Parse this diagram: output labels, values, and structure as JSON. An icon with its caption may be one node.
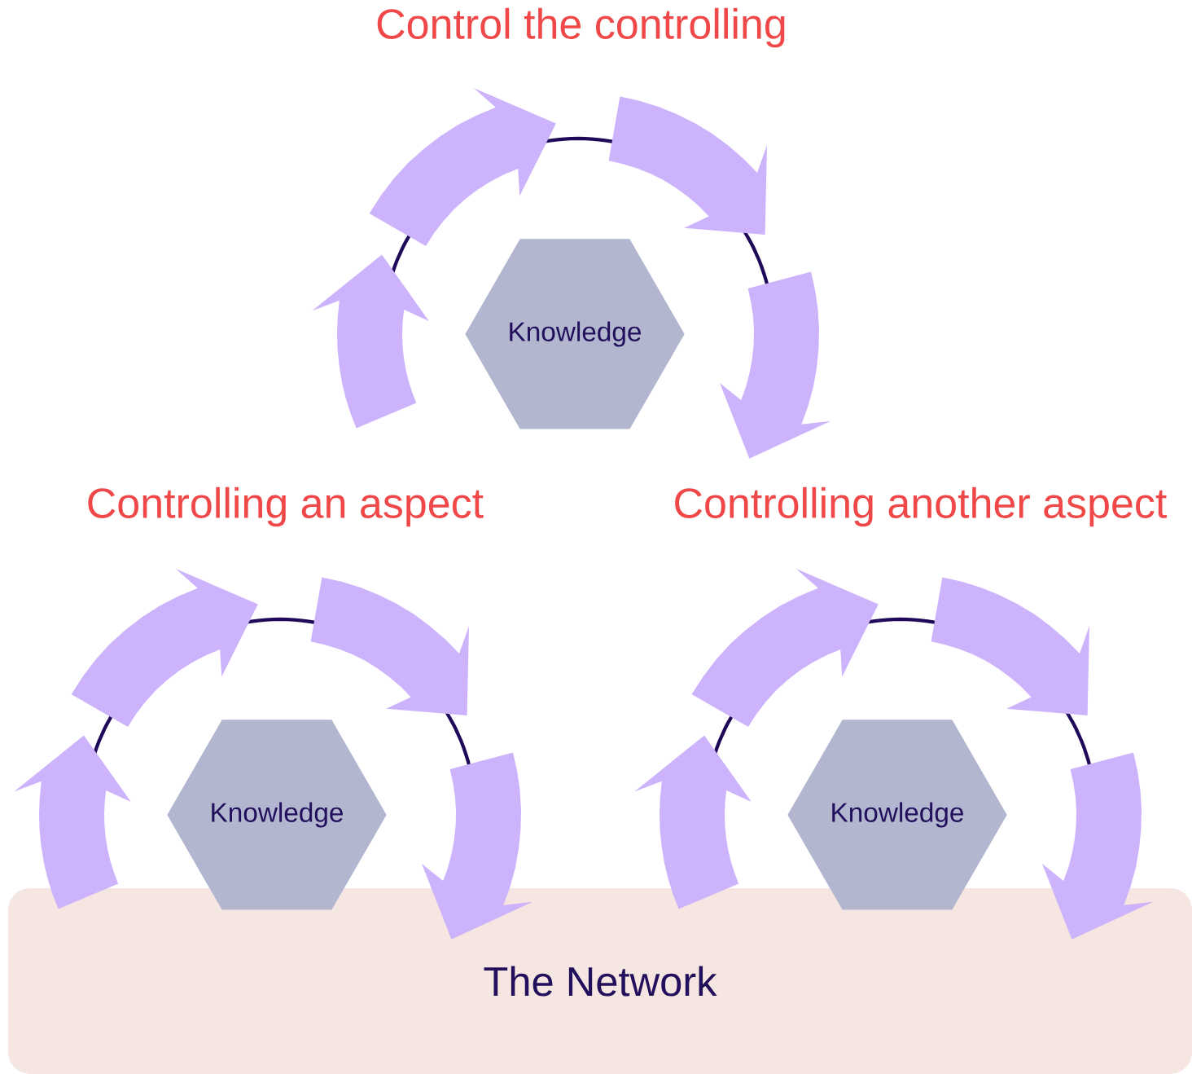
{
  "diagram": {
    "nodes": [
      {
        "text": [
          "Knowledge"
        ]
      },
      {
        "text": [
          "Knowledge"
        ]
      },
      {
        "text": [
          "Knowledge"
        ]
      },
      {
        "text": [
          "The Network"
        ]
      }
    ],
    "labels": [
      "Control the controlling",
      "Controlling an aspect",
      "Controlling another aspect"
    ]
  }
}
